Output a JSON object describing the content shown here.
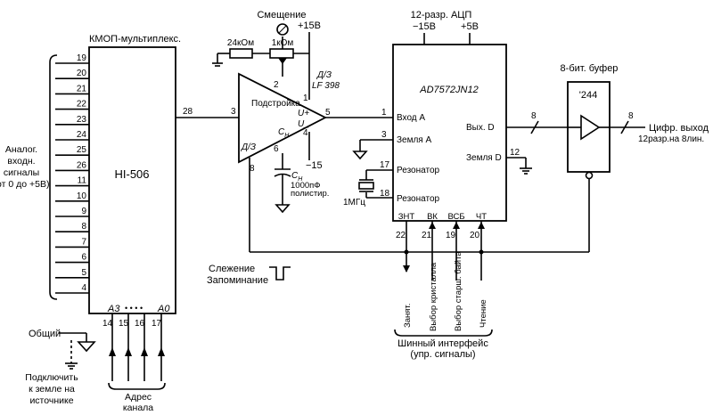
{
  "mux": {
    "header": "КМОП-мультиплекс.",
    "name": "HI-506",
    "input_pins": [
      "19",
      "20",
      "21",
      "22",
      "23",
      "24",
      "25",
      "26",
      "11",
      "10",
      "9",
      "8",
      "7",
      "6",
      "5",
      "4"
    ],
    "out_pin": "28",
    "addr_labels": [
      "A3",
      "• • • •",
      "A0"
    ],
    "addr_pins": [
      "14",
      "15",
      "16",
      "17"
    ]
  },
  "analog_label": [
    "Аналог.",
    "входн.",
    "сигналы",
    "(от 0 до +5В)"
  ],
  "ground_label": [
    "Общий"
  ],
  "ground_note": [
    "Подключить",
    "к земле на",
    "источнике"
  ],
  "address_label": [
    "Адрес",
    "канала"
  ],
  "offset": {
    "label": "Смещение",
    "r1": "24кОм",
    "r2": "1кОм",
    "supply_pos": "+15В"
  },
  "sh": {
    "name": [
      "Д/З",
      "LF 398"
    ],
    "trim": "Подстройка",
    "cap_pin_label": "С",
    "cap_sub": "Н",
    "uplus": "U+",
    "uminus": "U_",
    "ds_label": "Д/З",
    "pins": {
      "in": "3",
      "adj": "2",
      "vplus": "1",
      "out": "5",
      "vminus": "4",
      "cap": "6",
      "ds": "8"
    },
    "supply_neg": "−15",
    "cap_label": [
      "С",
      "Н"
    ],
    "cap_value": [
      "1000пФ",
      "полистир."
    ]
  },
  "adc": {
    "title": "12-разр. АЦП",
    "supply_neg": "−15В",
    "supply_pos": "+5В",
    "name": "AD7572JN12",
    "in_a": "Вход А",
    "gnd_a": "Земля А",
    "res1": "Резонатор",
    "res2": "Резонатор",
    "out_d": "Вых. D",
    "gnd_d": "Земля D",
    "pins": {
      "in": "1",
      "gnd_a": "3",
      "res1": "17",
      "res2": "18",
      "gnd_d": "12"
    },
    "bottom_labels": [
      "ЗНТ",
      "ВК",
      "ВСБ",
      "ЧТ"
    ],
    "bottom_pins": [
      "22",
      "21",
      "19",
      "20"
    ],
    "crystal": "1МГц"
  },
  "buffer": {
    "title": "8-бит. буфер",
    "name": "'244",
    "bus_in": "8",
    "bus_out": "8"
  },
  "digital_out": [
    "Цифр. выход",
    "12разр.на 8лин."
  ],
  "track": [
    "Слежение",
    "Запоминание"
  ],
  "bus_signals": [
    "Занят.",
    "Выбор кристалла",
    "Выбор старш. байта",
    "Чтение"
  ],
  "bus_label": [
    "Шинный интерфейс",
    "(упр. сигналы)"
  ]
}
